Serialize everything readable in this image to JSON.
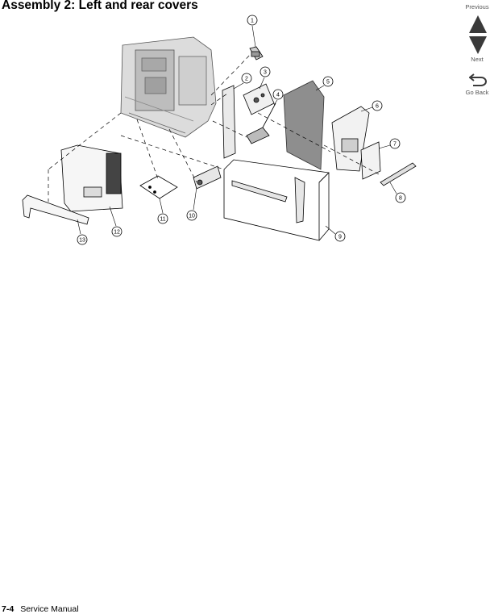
{
  "page": {
    "title": "Assembly 2:  Left and rear covers",
    "footer_page": "7-4",
    "footer_text": "Service Manual"
  },
  "nav": {
    "previous": "Previous",
    "next": "Next",
    "go_back": "Go Back",
    "arrow_color": "#3a3a3a"
  },
  "callouts": [
    "1",
    "2",
    "3",
    "4",
    "5",
    "6",
    "7",
    "8",
    "9",
    "10",
    "11",
    "12",
    "13"
  ]
}
